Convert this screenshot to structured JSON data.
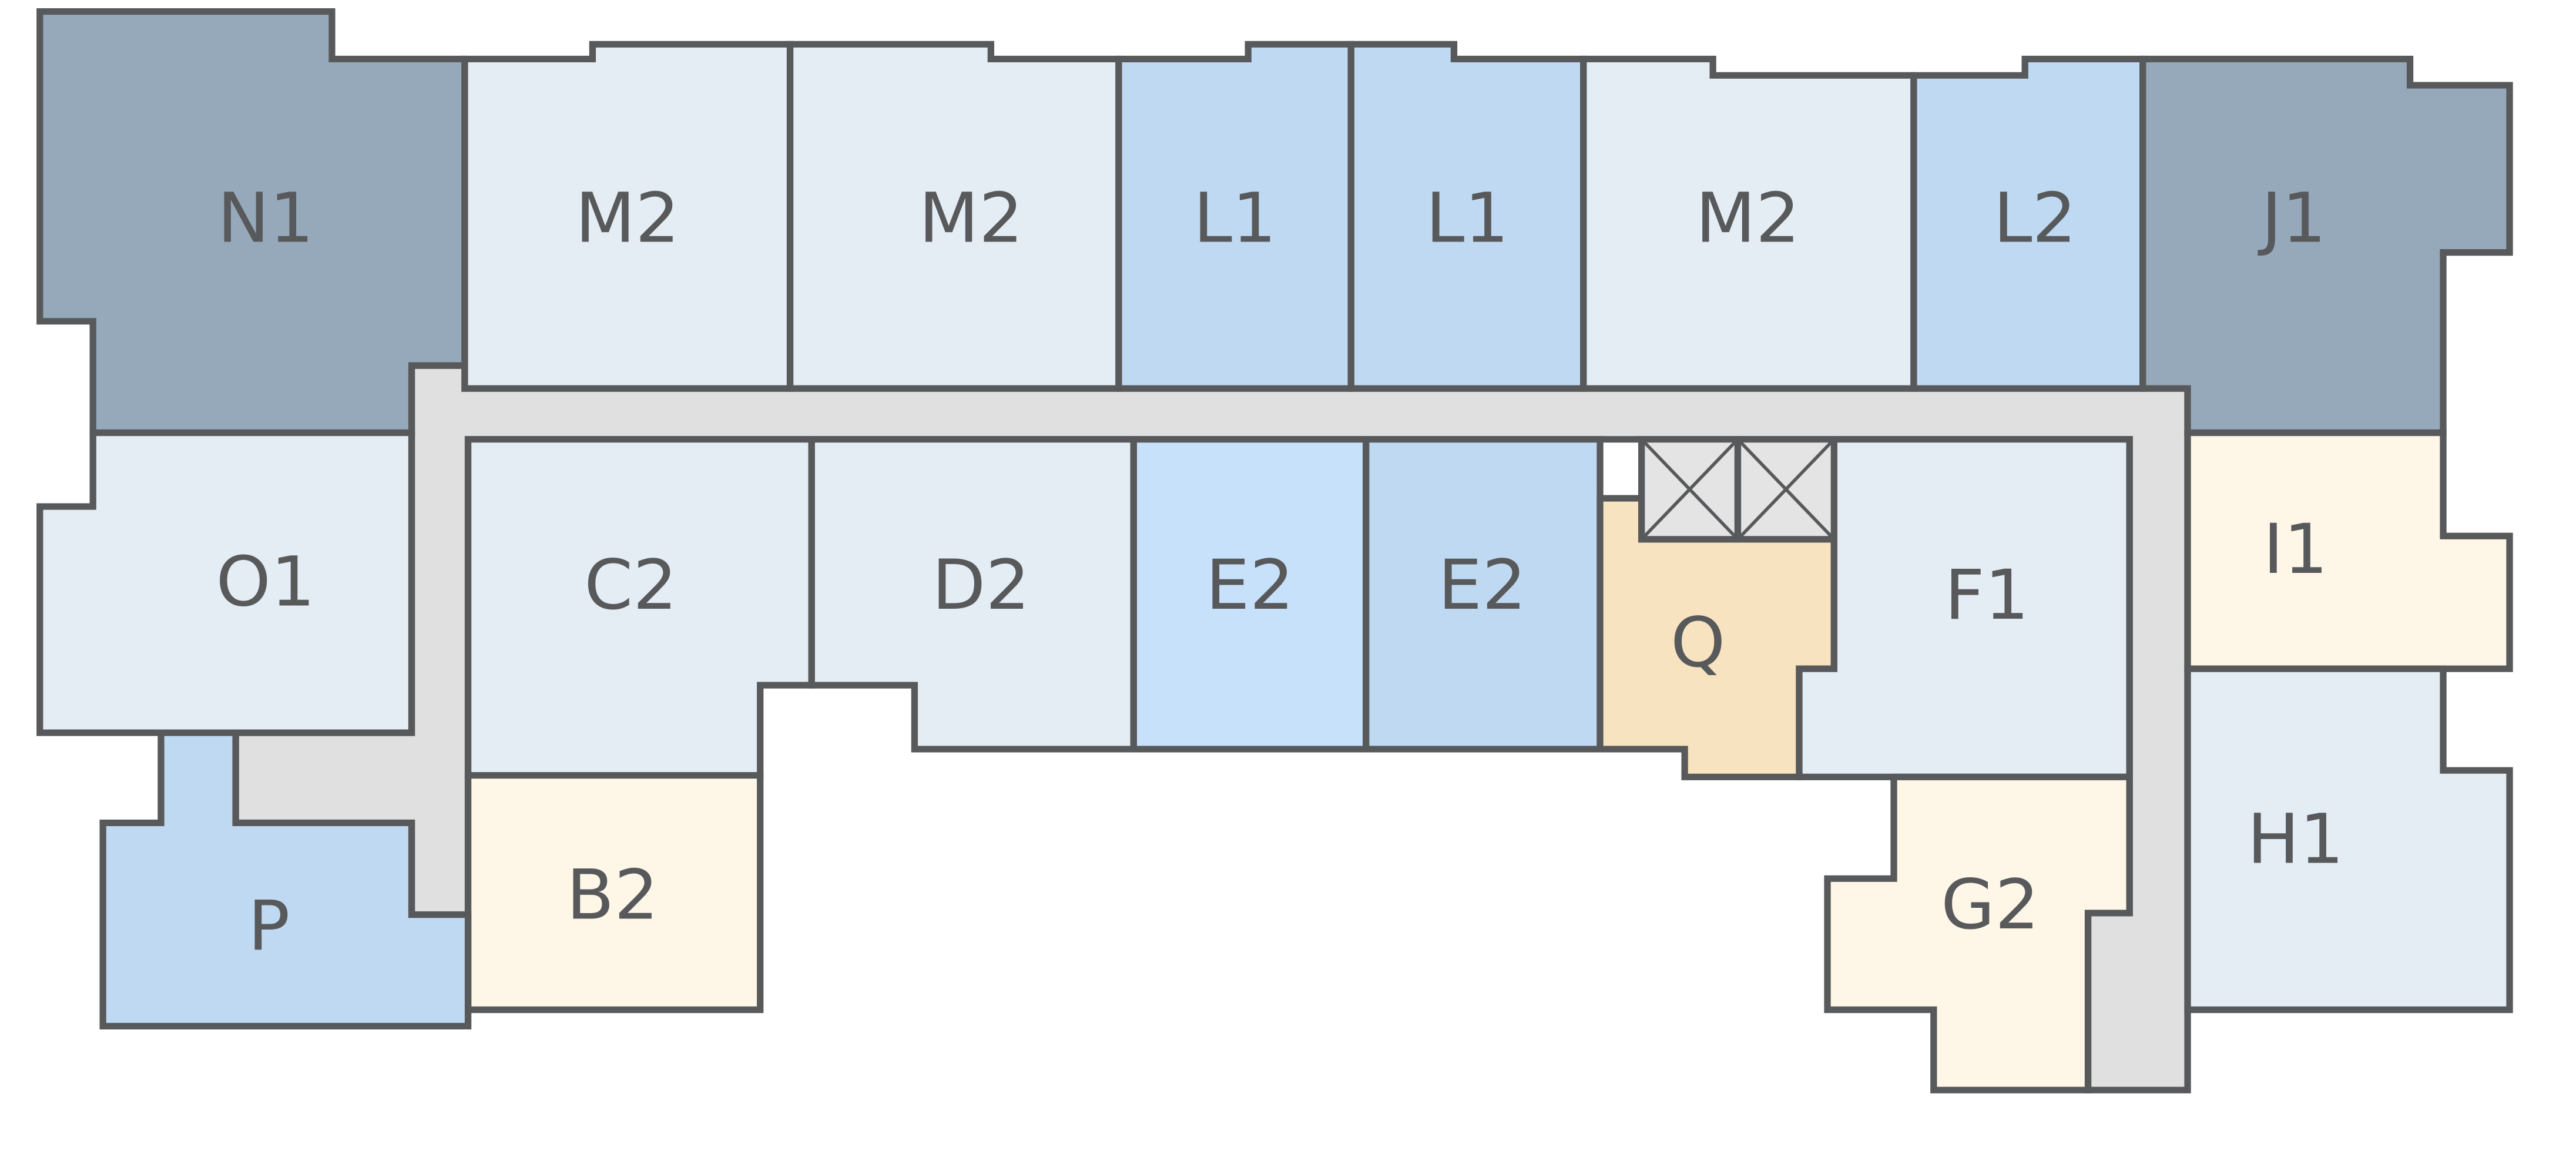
{
  "colors": {
    "outline": "#58595b",
    "label": "#58595b",
    "corridor": "#e0e0e0",
    "elevator": "#e4e4e4",
    "slate": "#96a9ba",
    "pale_blue": "#e4ecf4",
    "light_blue": "#bfd9f2",
    "sky_blue": "#c8e1fb",
    "cream": "#fef7e8",
    "tan": "#f7e3bf"
  },
  "corridor": {
    "name": "corridor"
  },
  "units": [
    {
      "id": "n1",
      "label": "N1",
      "fill": "slate"
    },
    {
      "id": "m2-a",
      "label": "M2",
      "fill": "pale_blue"
    },
    {
      "id": "m2-b",
      "label": "M2",
      "fill": "pale_blue"
    },
    {
      "id": "l1-a",
      "label": "L1",
      "fill": "light_blue"
    },
    {
      "id": "l1-b",
      "label": "L1",
      "fill": "light_blue"
    },
    {
      "id": "m2-c",
      "label": "M2",
      "fill": "pale_blue"
    },
    {
      "id": "l2",
      "label": "L2",
      "fill": "light_blue"
    },
    {
      "id": "j1",
      "label": "J1",
      "fill": "slate"
    },
    {
      "id": "o1",
      "label": "O1",
      "fill": "pale_blue"
    },
    {
      "id": "c2",
      "label": "C2",
      "fill": "pale_blue"
    },
    {
      "id": "d2",
      "label": "D2",
      "fill": "pale_blue"
    },
    {
      "id": "e2-a",
      "label": "E2",
      "fill": "sky_blue"
    },
    {
      "id": "e2-b",
      "label": "E2",
      "fill": "light_blue"
    },
    {
      "id": "q",
      "label": "Q",
      "fill": "tan"
    },
    {
      "id": "f1",
      "label": "F1",
      "fill": "pale_blue"
    },
    {
      "id": "i1",
      "label": "I1",
      "fill": "cream"
    },
    {
      "id": "h1",
      "label": "H1",
      "fill": "pale_blue"
    },
    {
      "id": "g2",
      "label": "G2",
      "fill": "cream"
    },
    {
      "id": "b2",
      "label": "B2",
      "fill": "cream"
    },
    {
      "id": "p",
      "label": "P",
      "fill": "light_blue"
    }
  ],
  "elevators": [
    {
      "id": "elevator-1"
    },
    {
      "id": "elevator-2"
    }
  ]
}
